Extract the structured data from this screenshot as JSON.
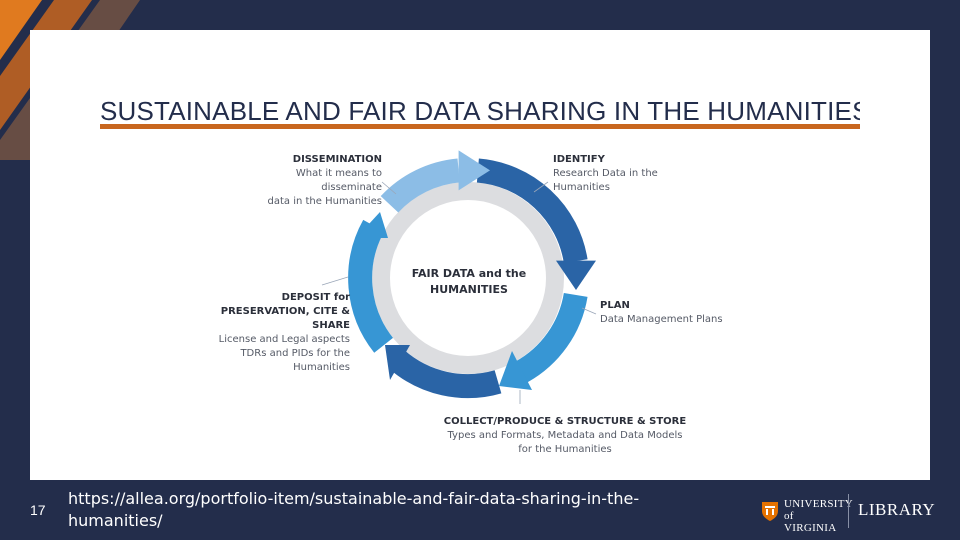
{
  "slide": {
    "title": "SUSTAINABLE AND FAIR DATA SHARING IN THE HUMANITIES",
    "number": "17",
    "source_url": "https://allea.org/portfolio-item/sustainable-and-fair-data-sharing-in-the-humanities/"
  },
  "diagram": {
    "center_label": "FAIR DATA and the HUMANITIES",
    "stages": [
      {
        "head": "DISSEMINATION",
        "lines": [
          "What it means to disseminate",
          "data in the Humanities"
        ]
      },
      {
        "head": "IDENTIFY",
        "lines": [
          "Research Data in the",
          "Humanities"
        ]
      },
      {
        "head": "PLAN",
        "lines": [
          "Data Management Plans"
        ]
      },
      {
        "head": "COLLECT/PRODUCE & STRUCTURE & STORE",
        "lines": [
          "Types and Formats, Metadata and Data Models",
          "for the Humanities"
        ]
      },
      {
        "head": "DEPOSIT for PRESERVATION, CITE & SHARE",
        "lines": [
          "License and Legal aspects",
          "TDRs and PIDs for the",
          "Humanities"
        ]
      }
    ],
    "colors": {
      "dark_blue": "#2a64a6",
      "mid_blue": "#3796d4",
      "light_blue": "#8cbde6",
      "inner_ring": "#dcdde0"
    }
  },
  "branding": {
    "university": "UNIVERSITY of VIRGINIA",
    "library": "LIBRARY",
    "accent": "#c8661e",
    "background": "#232d4b"
  }
}
